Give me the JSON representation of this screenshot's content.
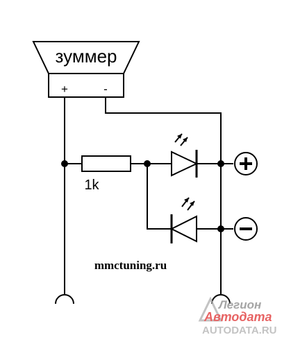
{
  "diagram": {
    "buzzer_label": "зуммер",
    "buzzer_plus": "+",
    "buzzer_minus": "-",
    "resistor_label": "1k",
    "terminal_plus": "+",
    "terminal_minus": "−",
    "site_label": "mmctuning.ru"
  },
  "watermark": {
    "line1": "Легион",
    "line2": "Автодата",
    "line3": "AUTODATA.RU",
    "color_red": "#e03030",
    "color_gray": "#b0b0b0"
  }
}
